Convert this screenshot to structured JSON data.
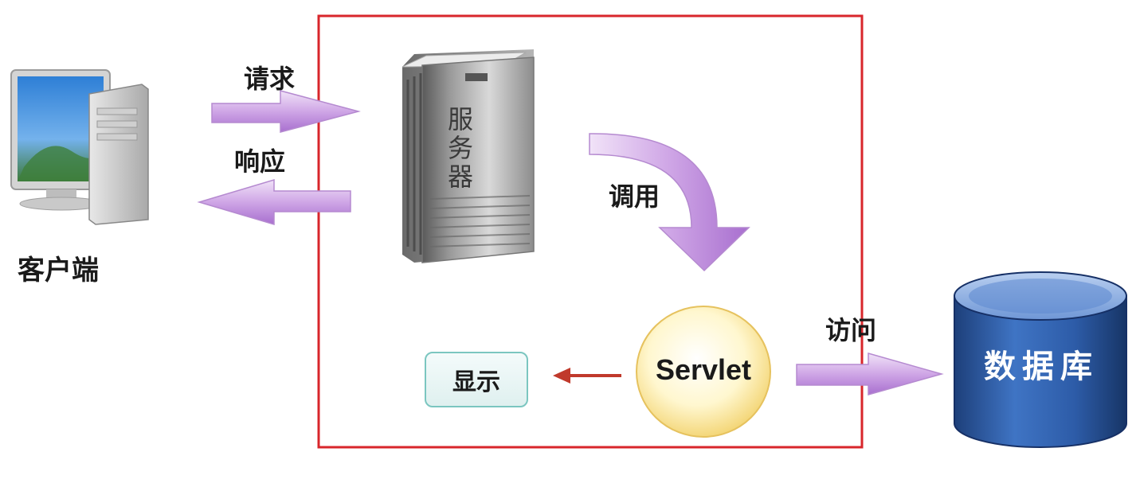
{
  "client": {
    "label": "客户端"
  },
  "server": {
    "label": "服务器"
  },
  "servlet": {
    "label": "Servlet"
  },
  "database": {
    "label": "数据库"
  },
  "display": {
    "label": "显示"
  },
  "arrows": {
    "request": "请求",
    "response": "响应",
    "invoke": "调用",
    "access": "访问"
  },
  "colors": {
    "container_border": "#d8262b",
    "arrow_fill": "#c79be0",
    "display_arrow": "#c0392b",
    "servlet_fill": "#fff5c4",
    "database_fill": "#2f5fa8"
  }
}
